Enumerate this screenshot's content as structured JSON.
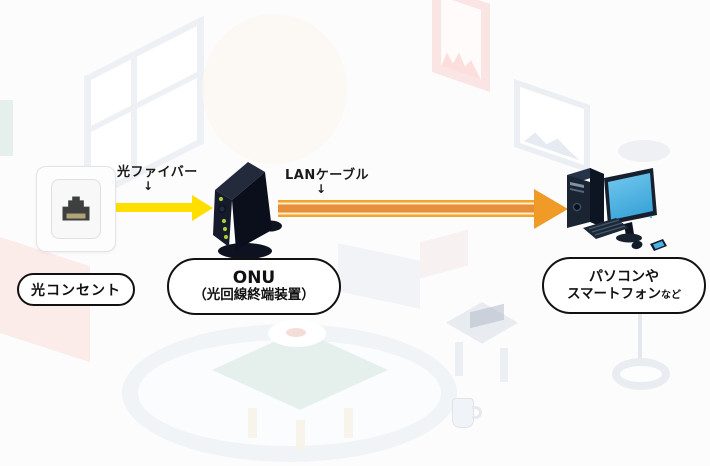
{
  "diagram": {
    "fiber": {
      "label": "光ファイバー",
      "pointer": "↓"
    },
    "lan": {
      "label": "LANケーブル",
      "pointer": "↓"
    },
    "captions": {
      "outlet": "光コンセント",
      "onu_line1": "ONU",
      "onu_line2": "（光回線終端装置）",
      "devices_line1": "パソコンや",
      "devices_line2": "スマートフォン",
      "devices_suffix": "など"
    }
  },
  "colors": {
    "fiber_arrow": "#FFDE00",
    "lan_arrow_center": "#E78E3A",
    "lan_arrow_edge": "#F2A42E",
    "lan_arrow_highlight": "#FBEFC4",
    "lan_arrowhead": "#F09A28",
    "onu_body": "#0B0F1B",
    "led_green": "#A6CE39",
    "screen_blue": "#49B5E7",
    "caption_border": "#111111",
    "label_text": "#1A1A1A"
  },
  "icons": {
    "phone-jack-icon": "css-shape",
    "down-arrow-icon": "↓"
  }
}
